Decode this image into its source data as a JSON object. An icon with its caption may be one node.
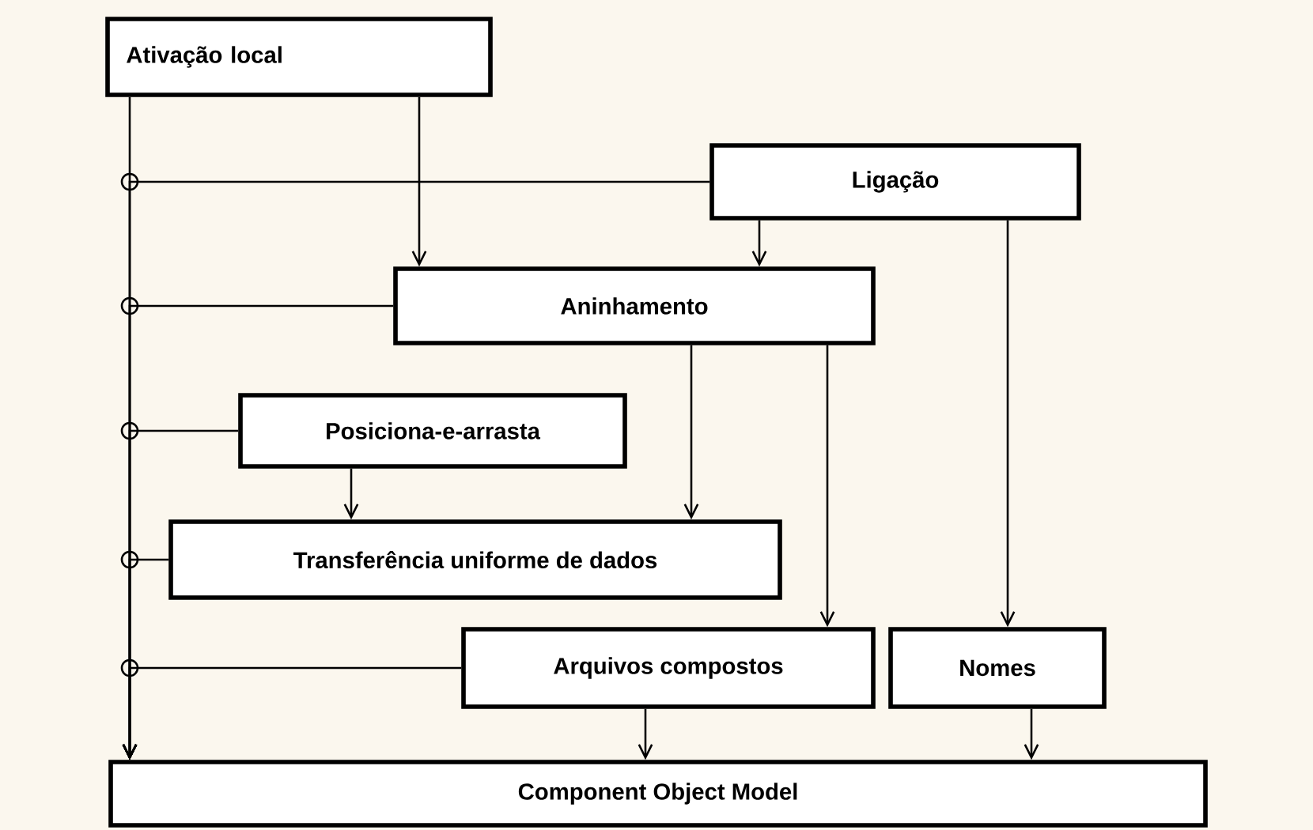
{
  "diagram": {
    "nodes": [
      {
        "text": [
          "Ativação local"
        ]
      },
      {
        "text": [
          "Ligação"
        ]
      },
      {
        "text": [
          "Aninhamento"
        ]
      },
      {
        "text": [
          "Posiciona-e-arrasta"
        ]
      },
      {
        "text": [
          "Transferência uniforme de dados"
        ]
      },
      {
        "text": [
          "Arquivos compostos"
        ]
      },
      {
        "text": [
          "Nomes"
        ]
      },
      {
        "text": [
          "Component Object Model"
        ]
      }
    ],
    "edges": [
      {
        "from": 0,
        "to": 7,
        "arrow": "to"
      },
      {
        "from": 1,
        "to": 7,
        "arrow": "to"
      },
      {
        "from": 2,
        "to": 7,
        "arrow": "to"
      },
      {
        "from": 3,
        "to": 7,
        "arrow": "to"
      },
      {
        "from": 4,
        "to": 7,
        "arrow": "to"
      },
      {
        "from": 5,
        "to": 7,
        "arrow": "to"
      },
      {
        "from": 0,
        "to": 2,
        "arrow": "to"
      },
      {
        "from": 1,
        "to": 2,
        "arrow": "to"
      },
      {
        "from": 1,
        "to": 6,
        "arrow": "to"
      },
      {
        "from": 2,
        "to": 4,
        "arrow": "to"
      },
      {
        "from": 2,
        "to": 5,
        "arrow": "to"
      },
      {
        "from": 3,
        "to": 4,
        "arrow": "to"
      },
      {
        "from": 5,
        "to": 7,
        "arrow": "to"
      },
      {
        "from": 6,
        "to": 7,
        "arrow": "to"
      }
    ]
  }
}
